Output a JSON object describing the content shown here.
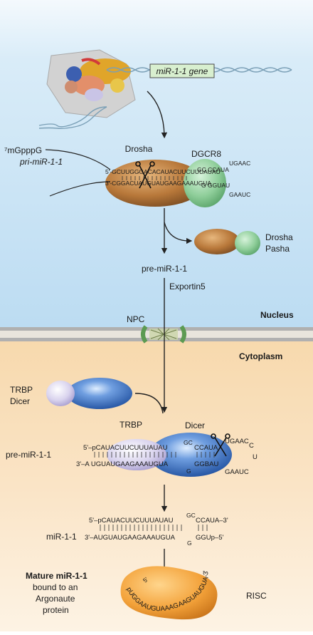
{
  "gene_label": "miR-1-1 gene",
  "cap_label": "⁷mGpppG",
  "pri_label": "pri-miR-1-1",
  "drosha_label": "Drosha",
  "dgcr8_label": "DGCR8",
  "drosha_pasha_line1": "Drosha",
  "drosha_pasha_line2": "Pasha",
  "pre_mir_label": "pre-miR-1-1",
  "exportin_label": "Exportin5",
  "nucleus_label": "Nucleus",
  "npc_label": "NPC",
  "cytoplasm_label": "Cytoplasm",
  "trbp_dicer_line1": "TRBP",
  "trbp_dicer_line2": "Dicer",
  "trbp_label": "TRBP",
  "dicer_label": "Dicer",
  "pre_mir_cyto_label": "pre-miR-1-1",
  "pri_seq_top": "5'-GCUUGGGACACAUACUUCUUUAUAU",
  "pri_seq_bottom": "3'-CGGACUAUGUAUGAAGAAAUGUA",
  "pri_loop_a": "GC CCAUA",
  "pri_loop_b": "G GGUAU",
  "pri_loop_c": "UGAAC",
  "pri_loop_d": "GAAUC",
  "pre_seq_top": "5'–pCAUACUUCUUUAUAU",
  "pre_seq_bottom": "3'–A UGUAUGAAGAAAUGUA",
  "pre_loop_gc": "GC",
  "pre_loop_ccaua": "CCAUA",
  "pre_loop_g": "G",
  "pre_loop_ggbau": "GGBAU",
  "pre_loop_ugaac": "UGAAC",
  "pre_loop_gaauc": "GAAUC",
  "pre_loop_c": "C",
  "pre_loop_u": "U",
  "duplex_top": "5'–pCAUACUUCUUUAUAU",
  "duplex_top_gc": "GC",
  "duplex_top_end": "CCAUA–3'",
  "duplex_label": "miR-1-1",
  "duplex_bottom": "3'–AUGUAUGAAGAAAUGUA",
  "duplex_bottom_g": "G",
  "duplex_bottom_end": "GGUp–5'",
  "mature_line1": "Mature miR-1-1",
  "mature_line2": "bound to an",
  "mature_line3": "Argonaute",
  "mature_line4": "protein",
  "risc_label": "RISC",
  "mature_seq": "pUGGAAUGUAAAGAAGUAUGUA-3'",
  "mature_5p": "5'",
  "colors": {
    "nucleus_bg": "#cfe6f6",
    "cytoplasm_bg": "#f8dfba",
    "drosha": "#b5773c",
    "dgcr8": "#8fce9a",
    "dicer": "#3f73c6",
    "trbp": "#d8d2ec",
    "argonaute": "#f3a23a",
    "membrane": "#9a9a9a"
  }
}
